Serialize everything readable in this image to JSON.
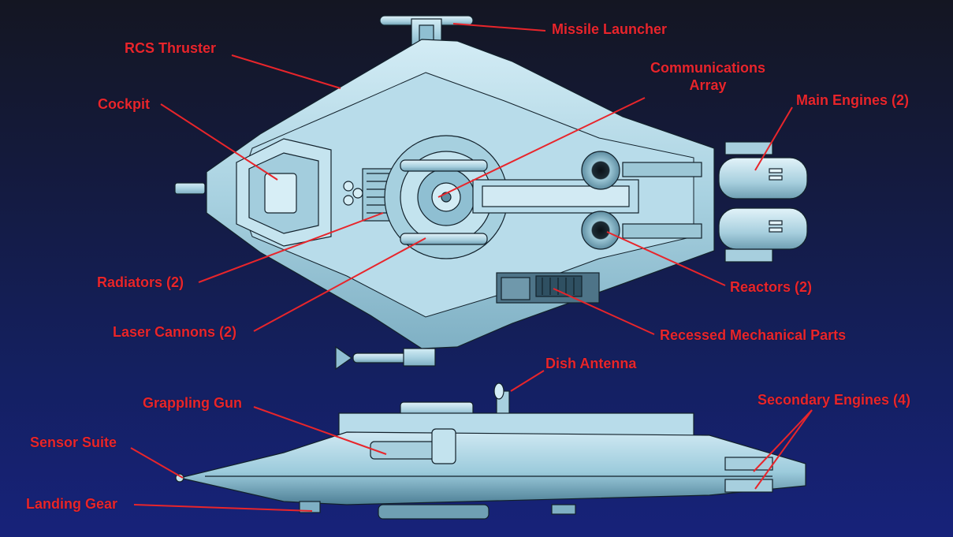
{
  "labels": {
    "missile_launcher": "Missile Launcher",
    "rcs_thruster": "RCS Thruster",
    "communications_array_line1": "Communications",
    "communications_array_line2": "Array",
    "main_engines": "Main Engines (2)",
    "cockpit": "Cockpit",
    "radiators": "Radiators (2)",
    "reactors": "Reactors (2)",
    "laser_cannons": "Laser Cannons (2)",
    "recessed_mechanical_parts": "Recessed Mechanical Parts",
    "dish_antenna": "Dish Antenna",
    "grappling_gun": "Grappling Gun",
    "secondary_engines": "Secondary Engines (4)",
    "sensor_suite": "Sensor Suite",
    "landing_gear": "Landing Gear"
  },
  "colors": {
    "label": "#e8252b",
    "leader_line": "#e8252b",
    "hull_light": "#c9e6f1",
    "hull_mid": "#8fbfd2",
    "hull_dark": "#3f6e84",
    "outline": "#12212b",
    "background_top": "#141622",
    "background_bottom": "#17227a"
  }
}
